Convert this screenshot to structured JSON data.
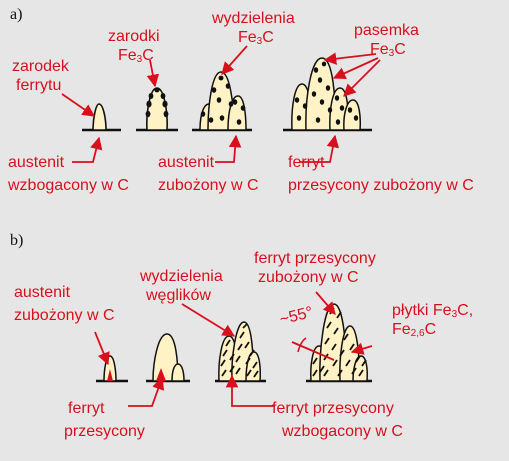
{
  "colors": {
    "red": "#d8101e",
    "black": "#111111",
    "cream": "#fff2c4",
    "background": "#e6e6e6"
  },
  "panel_a": {
    "label": "a)",
    "zarodek_ferrytu": {
      "line1": "zarodek",
      "line2": "ferrytu"
    },
    "zarodki": {
      "line1": "zarodki",
      "line2_main": "Fe",
      "line2_sub": "3",
      "line2_tail": "C"
    },
    "wydzielenia": {
      "line1": "wydzielenia",
      "line2_main": "Fe",
      "line2_sub": "3",
      "line2_tail": "C"
    },
    "pasemka": {
      "line1": "pasemka",
      "line2_main": "Fe",
      "line2_sub": "3",
      "line2_tail": "C"
    },
    "austenit_wzbogacony": {
      "line1": "austenit",
      "line2": "wzbogacony w C"
    },
    "austenit_zubozony": {
      "line1": "austenit",
      "line2": "zubożony w C"
    },
    "ferryt_przesycony": {
      "line1": "ferryt",
      "line2": "przesycony zubożony w C"
    }
  },
  "panel_b": {
    "label": "b)",
    "austenit_zubozony": {
      "line1": "austenit",
      "line2": "zubożony w C"
    },
    "wydzielenia_weglikow": {
      "line1": "wydzielenia",
      "line2": "węglików"
    },
    "ferryt_zubozony": {
      "line1": "ferryt przesycony",
      "line2": "zubożony w C"
    },
    "angle": "~55°",
    "plytki": {
      "line1_main": "płytki Fe",
      "line1_sub": "3",
      "line1_tail": "C,",
      "line2_main": "Fe",
      "line2_sub": "2,6",
      "line2_tail": "C"
    },
    "ferryt_przesycony": {
      "line1": "ferryt",
      "line2": "przesycony"
    },
    "ferryt_wzbogacony": {
      "line1": "ferryt przesycony",
      "line2": "wzbogacony w C"
    }
  }
}
